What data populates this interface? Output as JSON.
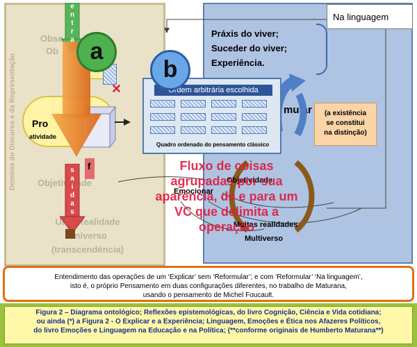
{
  "left": {
    "vertical_label": "Domínio do Discurso e da Representação",
    "ghost_top": "Obse",
    "ghost_top2": "Ob",
    "ghost_mid": "Objetividade",
    "ghost_uni1": "Uma Realidade",
    "ghost_uni2": "Universo",
    "ghost_uni3": "(transcendência)",
    "entra_letters": [
      "e",
      "n",
      "t",
      "r",
      "a"
    ],
    "saidas_letters": [
      "s",
      "a",
      "i",
      "d",
      "a",
      "s"
    ],
    "letter_f": "f",
    "cloud_label": "Pro",
    "cloud_sub": "atividade"
  },
  "circle_a": "a",
  "circle_b": "b",
  "card": {
    "title": "Ordem arbitrária escolhida",
    "caption": "Quadro ordenado do pensamento clássico"
  },
  "right": {
    "lang_label": "Na linguagem",
    "praxis": [
      "Práxis do viver;",
      "Suceder do viver;",
      "Experiência."
    ],
    "mular": "mular",
    "note": [
      "(a existência",
      "se constitui",
      "na distinção)"
    ],
    "objetividade": "Objetividade",
    "multiple": "Muitas realidades",
    "multiverso": "Multiverso",
    "emocionar": "Emocionar"
  },
  "overlay_text": [
    "Fluxo de coisas",
    "agrupadas por sua",
    "aparência, de e para um",
    "VC que delimita a",
    "operação"
  ],
  "explain": [
    "Entendimento das operações de um ‘Explicar’ sem ‘Reformular’; e com ‘Reformular’ ‘Na linguagem’,",
    "isto é, o próprio Pensamento em duas configurações diferentes, no trabalho de Maturana,",
    "usando o pensamento de Michel Foucault."
  ],
  "caption": [
    "Figura 2 – Diagrama ontológico; Reflexões epistemológicas, do livro Cognição, Ciência e Vida cotidiana;",
    "ou ainda (*) a Figura 2 - O Explicar e a Experiência; Linguagem, Emoções e Ética nos Afazeres Políticos,",
    "do livro Emoções e Linguagem na Educação e na Política; (**conforme originais de Humberto Maturana**)"
  ],
  "colors": {
    "orange_border": "#e0700e",
    "caption_green": "#9bc23c",
    "overlay_red": "#e0193f",
    "panel_blue": "#aec4e2",
    "panel_beige": "#e9e2c9"
  }
}
